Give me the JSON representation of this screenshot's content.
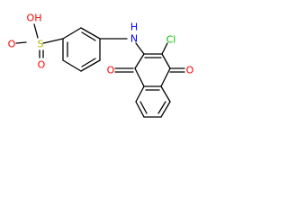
{
  "molecule": {
    "atoms": {
      "sulfonic_oh": {
        "label": "OH",
        "color": "#ff0000"
      },
      "sulfonic_s": {
        "label": "S",
        "color": "#b5b500"
      },
      "sulfonic_o_upper": {
        "label": "O",
        "color": "#ff0000"
      },
      "sulfonic_o_lower": {
        "label": "O",
        "color": "#ff0000"
      },
      "amine_n": {
        "label": "N",
        "color": "#0000ff"
      },
      "amine_h": {
        "label": "H",
        "color": "#0000ff"
      },
      "chlorine": {
        "label": "Cl",
        "color": "#00c000"
      },
      "carbonyl_o_left": {
        "label": "O",
        "color": "#ff0000"
      },
      "carbonyl_o_right": {
        "label": "O",
        "color": "#ff0000"
      }
    },
    "bond_color": "#000000"
  }
}
